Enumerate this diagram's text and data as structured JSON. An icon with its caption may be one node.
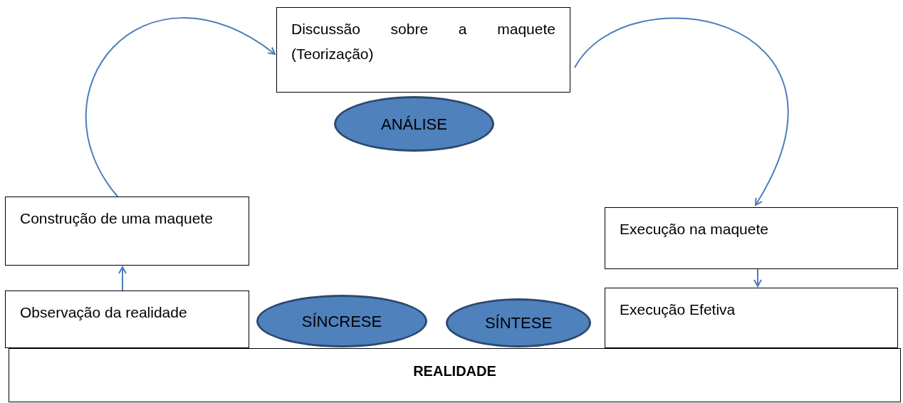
{
  "diagram": {
    "nodes": [
      {
        "text": [
          "Discussão sobre a maquete (Teorização)"
        ]
      },
      {
        "text": [
          "ANÁLISE"
        ]
      },
      {
        "text": [
          "Construção de uma maquete"
        ]
      },
      {
        "text": [
          "Execução na maquete"
        ]
      },
      {
        "text": [
          "Observação da realidade"
        ]
      },
      {
        "text": [
          "SÍNCRESE"
        ]
      },
      {
        "text": [
          "SÍNTESE"
        ]
      },
      {
        "text": [
          "Execução Efetiva"
        ]
      },
      {
        "text": [
          "REALIDADE"
        ]
      }
    ],
    "edges": [
      {
        "from": 2,
        "to": 0,
        "arrow": "to"
      },
      {
        "from": 0,
        "to": 3,
        "arrow": "to"
      },
      {
        "from": 4,
        "to": 2,
        "arrow": "to"
      },
      {
        "from": 3,
        "to": 7,
        "arrow": "to"
      }
    ]
  }
}
